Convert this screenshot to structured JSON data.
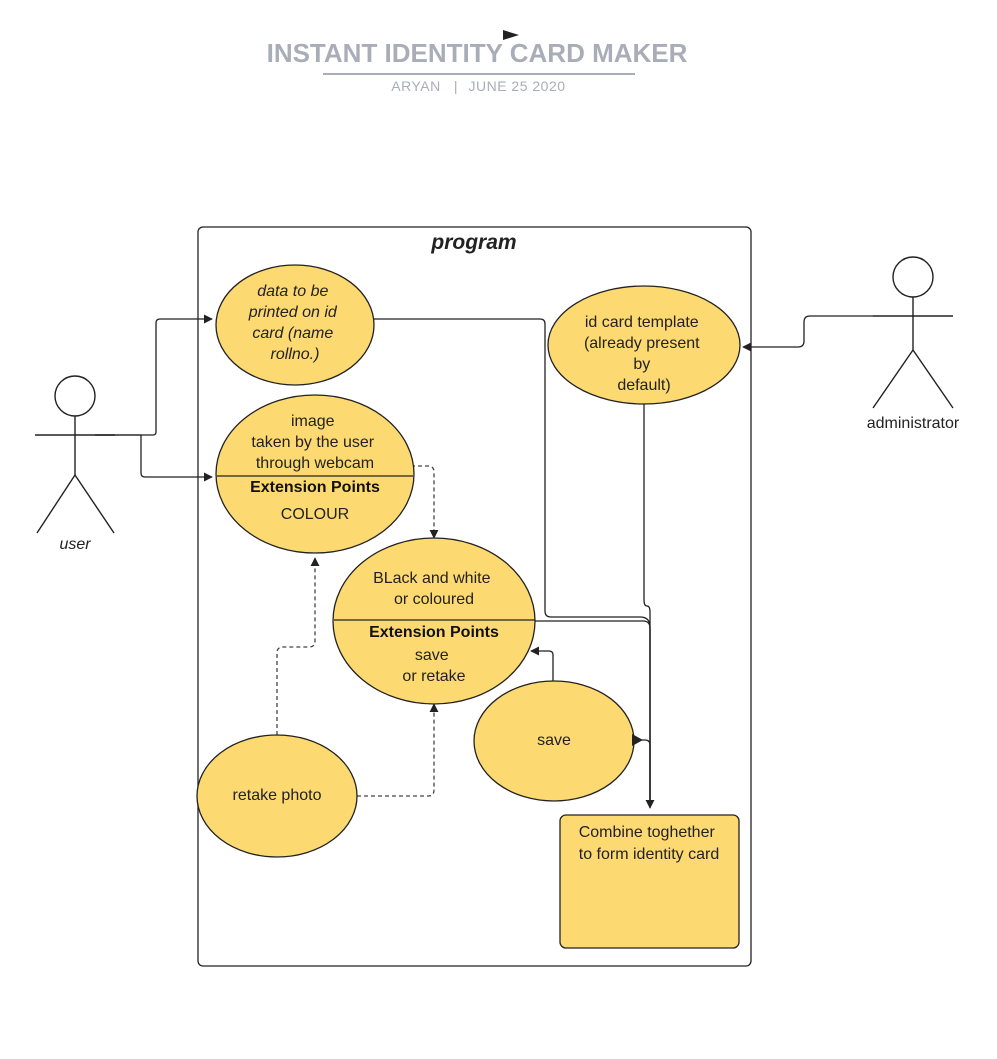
{
  "header": {
    "title": "INSTANT IDENTITY CARD MAKER",
    "author": "ARYAN",
    "separator": "|",
    "date": "JUNE 25 2020"
  },
  "system": {
    "label": "program"
  },
  "actors": {
    "user": "user",
    "administrator": "administrator"
  },
  "use_cases": {
    "data": {
      "lines": [
        "data to be",
        "printed on id",
        "card (name",
        "rollno.)"
      ]
    },
    "image": {
      "lines": [
        "image",
        "taken by the user",
        "through webcam"
      ],
      "ext_heading": "Extension Points",
      "ext_points": [
        "COLOUR"
      ]
    },
    "template": {
      "lines": [
        "id card template",
        "(already present",
        "by",
        "default)"
      ]
    },
    "bw": {
      "lines": [
        "BLack and white",
        "or coloured"
      ],
      "ext_heading": "Extension Points",
      "ext_points": [
        "save",
        "or  retake"
      ]
    },
    "save": {
      "lines": [
        "save"
      ]
    },
    "retake": {
      "lines": [
        "retake photo"
      ]
    },
    "combine": {
      "lines": [
        "Combine toghether",
        "to form identity card"
      ]
    }
  },
  "colors": {
    "use_case_fill": "#fdd972",
    "title": "#a9adb8",
    "stroke": "#222222"
  }
}
